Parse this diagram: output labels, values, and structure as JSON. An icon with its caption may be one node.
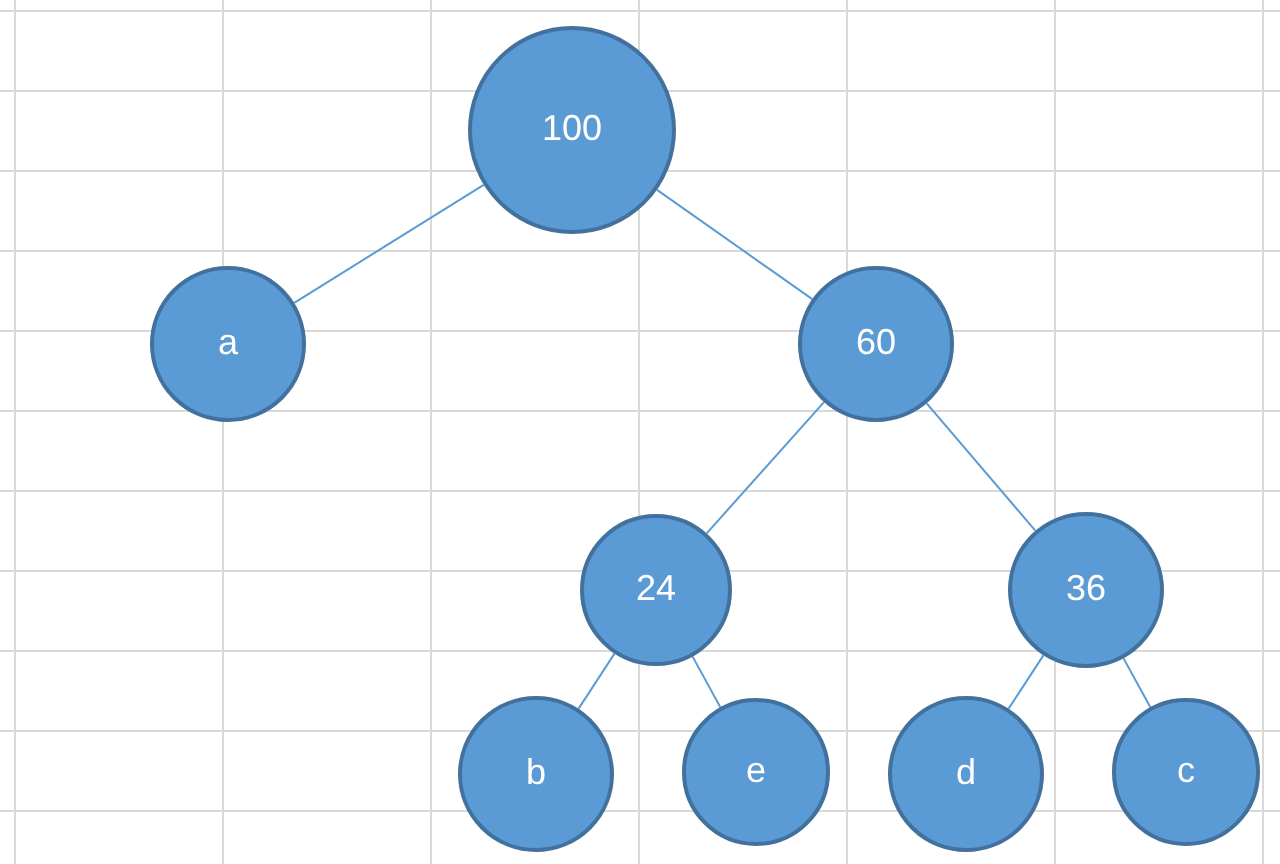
{
  "diagram": {
    "nodes": [
      {
        "text": [
          "100"
        ]
      },
      {
        "text": [
          "a"
        ]
      },
      {
        "text": [
          "60"
        ]
      },
      {
        "text": [
          "24"
        ]
      },
      {
        "text": [
          "36"
        ]
      },
      {
        "text": [
          "b"
        ]
      },
      {
        "text": [
          "e"
        ]
      },
      {
        "text": [
          "d"
        ]
      },
      {
        "text": [
          "c"
        ]
      }
    ],
    "edges": [
      {
        "from": 0,
        "to": 1,
        "arrow": "none"
      },
      {
        "from": 0,
        "to": 2,
        "arrow": "none"
      },
      {
        "from": 2,
        "to": 3,
        "arrow": "none"
      },
      {
        "from": 2,
        "to": 4,
        "arrow": "none"
      },
      {
        "from": 3,
        "to": 5,
        "arrow": "none"
      },
      {
        "from": 3,
        "to": 6,
        "arrow": "none"
      },
      {
        "from": 4,
        "to": 7,
        "arrow": "none"
      },
      {
        "from": 4,
        "to": 8,
        "arrow": "none"
      }
    ]
  }
}
